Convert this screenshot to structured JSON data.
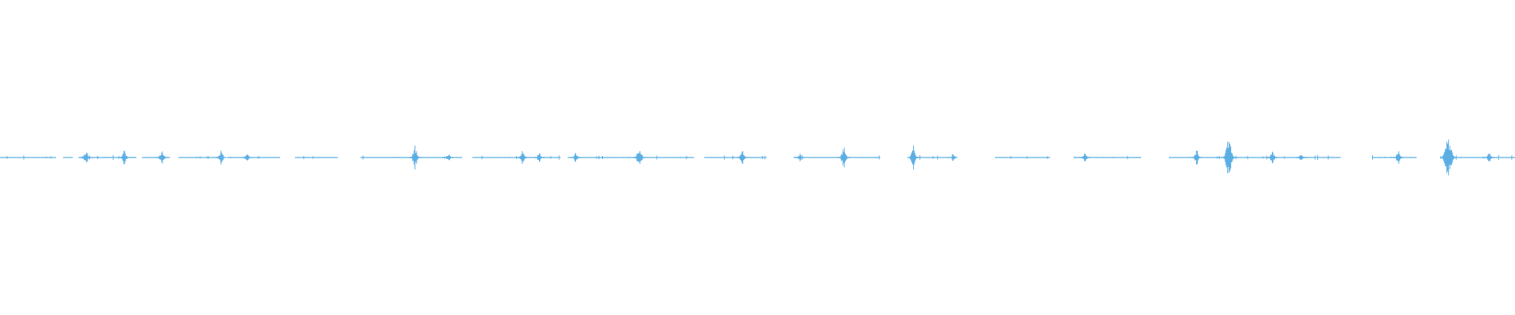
{
  "waveform": {
    "color": "#5aaee3",
    "segments": [
      {
        "start": 0.0,
        "end": 0.037,
        "level": 0.06
      },
      {
        "start": 0.042,
        "end": 0.048,
        "level": 0.05
      },
      {
        "start": 0.052,
        "end": 0.09,
        "level": 0.08
      },
      {
        "start": 0.094,
        "end": 0.112,
        "level": 0.04
      },
      {
        "start": 0.118,
        "end": 0.145,
        "level": 0.06
      },
      {
        "start": 0.15,
        "end": 0.185,
        "level": 0.05
      },
      {
        "start": 0.195,
        "end": 0.223,
        "level": 0.05
      },
      {
        "start": 0.238,
        "end": 0.305,
        "level": 0.06
      },
      {
        "start": 0.312,
        "end": 0.37,
        "level": 0.06
      },
      {
        "start": 0.375,
        "end": 0.458,
        "level": 0.06
      },
      {
        "start": 0.465,
        "end": 0.506,
        "level": 0.06
      },
      {
        "start": 0.524,
        "end": 0.581,
        "level": 0.06
      },
      {
        "start": 0.601,
        "end": 0.626,
        "level": 0.05
      },
      {
        "start": 0.657,
        "end": 0.693,
        "level": 0.06
      },
      {
        "start": 0.709,
        "end": 0.753,
        "level": 0.06
      },
      {
        "start": 0.772,
        "end": 0.885,
        "level": 0.06
      },
      {
        "start": 0.906,
        "end": 0.935,
        "level": 0.07
      },
      {
        "start": 0.951,
        "end": 1.0,
        "level": 0.06
      }
    ],
    "bursts": [
      {
        "pos": 0.057,
        "amp": 0.08
      },
      {
        "pos": 0.082,
        "amp": 0.07
      },
      {
        "pos": 0.107,
        "amp": 0.08
      },
      {
        "pos": 0.146,
        "amp": 0.07
      },
      {
        "pos": 0.163,
        "amp": 0.04
      },
      {
        "pos": 0.274,
        "amp": 0.11
      },
      {
        "pos": 0.296,
        "amp": 0.04
      },
      {
        "pos": 0.345,
        "amp": 0.07
      },
      {
        "pos": 0.356,
        "amp": 0.05
      },
      {
        "pos": 0.38,
        "amp": 0.05
      },
      {
        "pos": 0.422,
        "amp": 0.11
      },
      {
        "pos": 0.49,
        "amp": 0.07
      },
      {
        "pos": 0.528,
        "amp": 0.04
      },
      {
        "pos": 0.557,
        "amp": 0.11
      },
      {
        "pos": 0.603,
        "amp": 0.11
      },
      {
        "pos": 0.629,
        "amp": 0.04
      },
      {
        "pos": 0.716,
        "amp": 0.06
      },
      {
        "pos": 0.79,
        "amp": 0.07
      },
      {
        "pos": 0.811,
        "amp": 0.22
      },
      {
        "pos": 0.84,
        "amp": 0.07
      },
      {
        "pos": 0.859,
        "amp": 0.05
      },
      {
        "pos": 0.923,
        "amp": 0.07
      },
      {
        "pos": 0.956,
        "amp": 0.24
      },
      {
        "pos": 0.983,
        "amp": 0.05
      }
    ]
  }
}
